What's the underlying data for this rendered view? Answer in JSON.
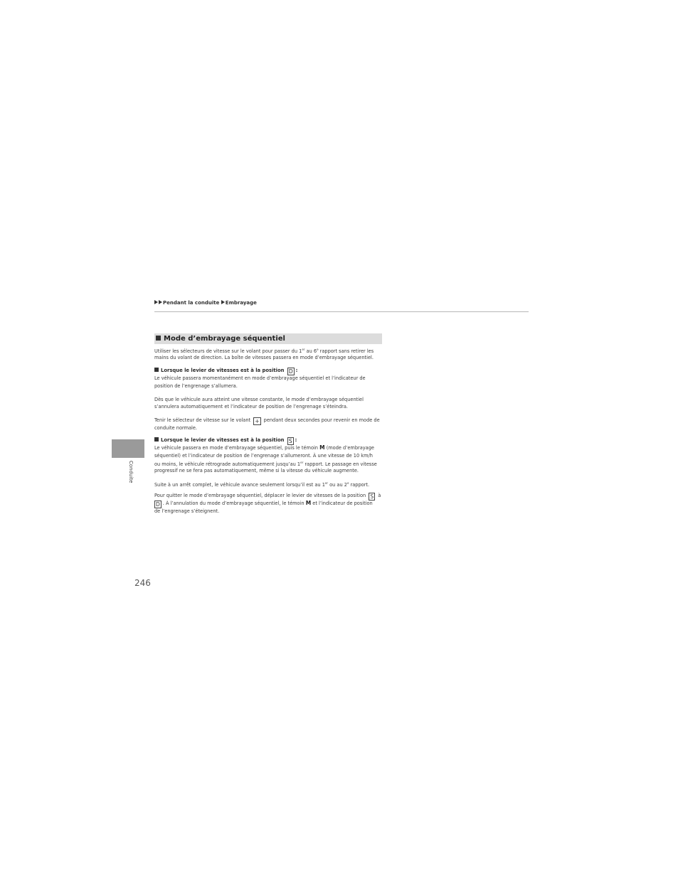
{
  "breadcrumb": {
    "level1": "Pendant la conduite",
    "level2": "Embrayage"
  },
  "side_tab": {
    "label": "Conduite"
  },
  "page_number": "246",
  "section": {
    "title": "Mode d’embrayage séquentiel"
  },
  "intro": {
    "line1_a": "Utiliser les sélecteurs de vitesse sur le volant pour passer du 1",
    "line1_sup1": "er",
    "line1_b": " au 6",
    "line1_sup2": "e",
    "line1_c": " rapport sans retirer les",
    "line2": "mains du volant de direction. La boîte de vitesses passera en mode d’embrayage séquentiel."
  },
  "sub_d": {
    "heading": "Lorsque le levier de vitesses est à la position",
    "key": "D",
    "colon": ":",
    "p1_line1": "Le véhicule passera momentanément en mode d’embrayage séquentiel et l’indicateur de",
    "p1_line2": "position de l’engrenage s’allumera.",
    "p2_line1": "Dès que le véhicule aura atteint une vitesse constante, le mode d’embrayage séquentiel",
    "p2_line2": "s’annulera automatiquement et l’indicateur de position de l’engrenage s’éteindra.",
    "p3_line1_a": "Tenir le sélecteur de vitesse sur le volant",
    "p3_key": "+",
    "p3_line1_b": "pendant deux secondes pour revenir en mode de",
    "p3_line2": "conduite normale."
  },
  "sub_s": {
    "heading": "Lorsque le levier de vitesses est à la position",
    "key": "S",
    "colon": ":",
    "p1_line1_a": "Le véhicule passera en mode d’embrayage séquentiel, puis le témoin",
    "p1_m": "M",
    "p1_line1_b": "(mode d’embrayage",
    "p1_line2": "séquentiel) et l’indicateur de position de l’engrenage s’allumeront. À une vitesse de 10 km/h",
    "p1_line3_a": "ou moins, le véhicule rétrograde automatiquement jusqu’au 1",
    "p1_line3_sup": "er",
    "p1_line3_b": " rapport. Le passage en vitesse",
    "p1_line4": "progressif ne se fera pas automatiquement, même si la vitesse du véhicule augmente.",
    "p2_a": "Suite à un arrêt complet, le véhicule avance seulement lorsqu’il est au 1",
    "p2_sup1": "er",
    "p2_b": " ou au 2",
    "p2_sup2": "e",
    "p2_c": " rapport.",
    "p3_line1": "Pour quitter le mode d’embrayage séquentiel, déplacer le levier de vitesses de la position",
    "p3_key_s": "S",
    "p3_a": "à",
    "p3_key_d": "D",
    "p3_line2_a": ". À l’annulation du mode d’embrayage séquentiel, le témoin",
    "p3_m": "M",
    "p3_line2_b": "et l’indicateur de position",
    "p3_line3": "de l’engrenage s’éteignent."
  }
}
